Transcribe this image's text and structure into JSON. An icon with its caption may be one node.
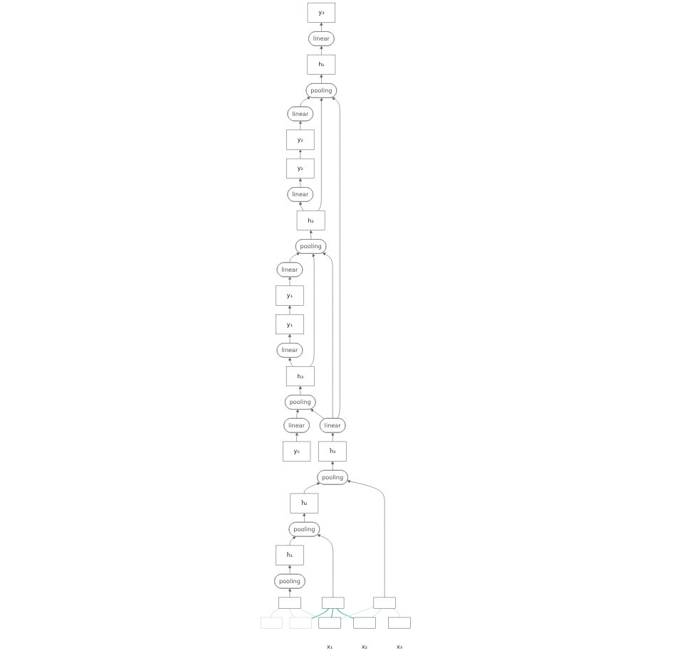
{
  "diagram": {
    "nodes": [
      {
        "text": [
          "y₃"
        ]
      },
      {
        "text": [
          "y₂"
        ]
      },
      {
        "text": [
          "y₁"
        ]
      },
      {
        "text": [
          "linear"
        ]
      },
      {
        "text": [
          "linear"
        ]
      },
      {
        "text": [
          "linear"
        ]
      },
      {
        "text": [
          "h₁"
        ]
      },
      {
        "text": [
          "h₂"
        ]
      },
      {
        "text": [
          "h₃"
        ]
      },
      {
        "text": [
          "pooling"
        ]
      },
      {
        "text": [
          "pooling"
        ]
      },
      {
        "text": [
          "pooling"
        ]
      },
      {
        "text": [
          "linear"
        ]
      },
      {
        "text": [
          "linear"
        ]
      },
      {
        "text": [
          "linear"
        ]
      },
      {
        "text": [
          "y₂"
        ]
      },
      {
        "text": [
          "y₁"
        ]
      },
      {
        "text": [
          "y₀"
        ]
      },
      {
        "text": [
          "linear"
        ]
      },
      {
        "text": [
          "h̃₁"
        ]
      },
      {
        "text": [
          "h̃₂"
        ]
      },
      {
        "text": [
          "h̃₃"
        ]
      },
      {
        "text": [
          "pooling"
        ]
      },
      {
        "text": [
          "pooling"
        ]
      },
      {
        "text": [
          "pooling"
        ]
      },
      {
        "text": [],
        "shape": "box"
      },
      {
        "text": [],
        "shape": "box"
      },
      {
        "text": [],
        "shape": "box"
      },
      {
        "text": [],
        "shape": "box"
      },
      {
        "text": [],
        "shape": "box"
      },
      {
        "text": [],
        "shape": "box",
        "beside": [
          "x₁"
        ]
      },
      {
        "text": [],
        "shape": "box",
        "beside": [
          "x₂"
        ]
      },
      {
        "text": [],
        "shape": "box",
        "beside": [
          "x₃"
        ]
      }
    ],
    "edges": [
      {
        "from": 3,
        "to": 0,
        "arrow": "to"
      },
      {
        "from": 4,
        "to": 1,
        "arrow": "to"
      },
      {
        "from": 5,
        "to": 2,
        "arrow": "to"
      },
      {
        "from": 6,
        "to": 3,
        "arrow": "to"
      },
      {
        "from": 7,
        "to": 4,
        "arrow": "to"
      },
      {
        "from": 8,
        "to": 5,
        "arrow": "to"
      },
      {
        "from": 9,
        "to": 6,
        "arrow": "to"
      },
      {
        "from": 10,
        "to": 7,
        "arrow": "to"
      },
      {
        "from": 11,
        "to": 8,
        "arrow": "to"
      },
      {
        "from": 12,
        "to": 9,
        "arrow": "to"
      },
      {
        "from": 13,
        "to": 10,
        "arrow": "to"
      },
      {
        "from": 14,
        "to": 11,
        "arrow": "to"
      },
      {
        "from": 15,
        "to": 12,
        "arrow": "to"
      },
      {
        "from": 16,
        "to": 13,
        "arrow": "to"
      },
      {
        "from": 17,
        "to": 14,
        "arrow": "to"
      },
      {
        "from": 1,
        "to": 15,
        "arrow": "to"
      },
      {
        "from": 2,
        "to": 16,
        "arrow": "to"
      },
      {
        "from": 7,
        "to": 9,
        "arrow": "to"
      },
      {
        "from": 8,
        "to": 10,
        "arrow": "to"
      },
      {
        "from": 18,
        "to": 9,
        "arrow": "to"
      },
      {
        "from": 18,
        "to": 10,
        "arrow": "to"
      },
      {
        "from": 18,
        "to": 11,
        "arrow": "to"
      },
      {
        "from": 21,
        "to": 18,
        "arrow": "to"
      },
      {
        "from": 19,
        "to": 23,
        "arrow": "to"
      },
      {
        "from": 20,
        "to": 24,
        "arrow": "to"
      },
      {
        "from": 22,
        "to": 19,
        "arrow": "to"
      },
      {
        "from": 23,
        "to": 20,
        "arrow": "to"
      },
      {
        "from": 24,
        "to": 21,
        "arrow": "to"
      },
      {
        "from": 25,
        "to": 22,
        "arrow": "to"
      },
      {
        "from": 26,
        "to": 23,
        "arrow": "to"
      },
      {
        "from": 27,
        "to": 24,
        "arrow": "to"
      },
      {
        "from": 28,
        "to": 25,
        "arrow": "none",
        "color": "#cfe9e6"
      },
      {
        "from": 29,
        "to": 25,
        "arrow": "none",
        "color": "#cfe9e6"
      },
      {
        "from": 30,
        "to": 25,
        "arrow": "none",
        "color": "#cfe9e6"
      },
      {
        "from": 29,
        "to": 26,
        "arrow": "none",
        "color": "#3fb0a6"
      },
      {
        "from": 30,
        "to": 26,
        "arrow": "none",
        "color": "#3fb0a6"
      },
      {
        "from": 31,
        "to": 26,
        "arrow": "none",
        "color": "#3fb0a6"
      },
      {
        "from": 30,
        "to": 27,
        "arrow": "none",
        "color": "#cfe9e6"
      },
      {
        "from": 31,
        "to": 27,
        "arrow": "none",
        "color": "#cfe9e6"
      },
      {
        "from": 32,
        "to": 27,
        "arrow": "none",
        "color": "#cfe9e6"
      }
    ]
  }
}
